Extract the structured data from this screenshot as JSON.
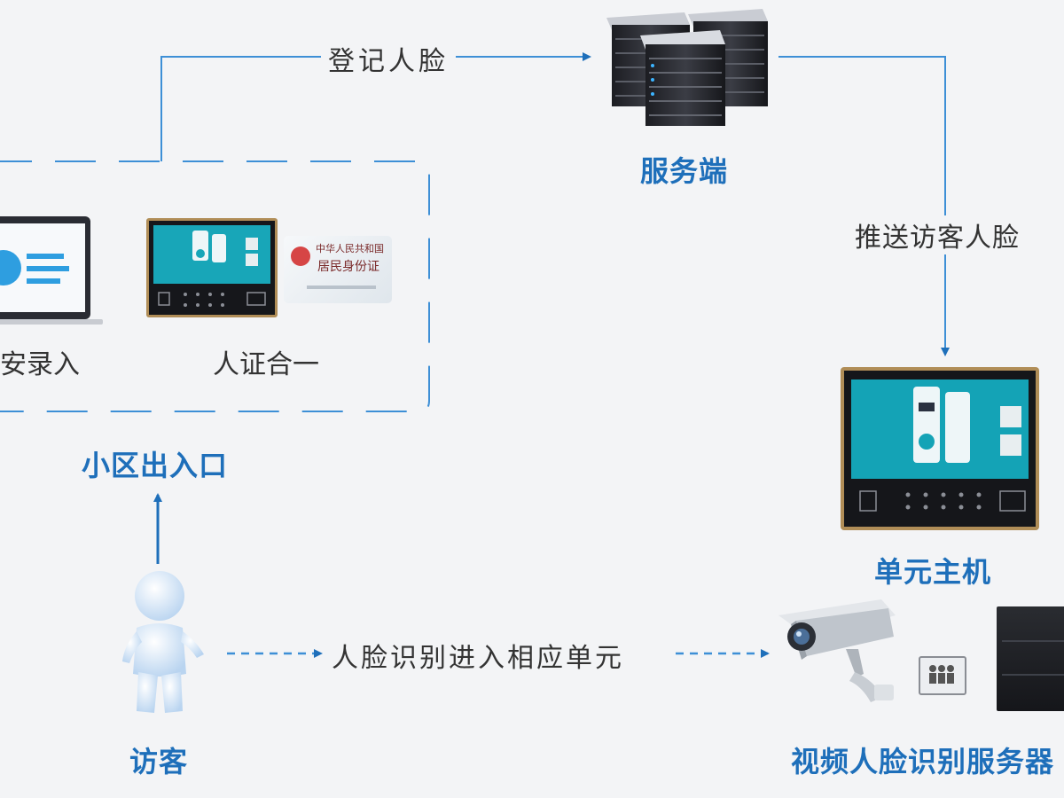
{
  "diagram": {
    "labels": {
      "register_face": "登记人脸",
      "push_visitor_face": "推送访客人脸",
      "face_recognition_enter": "人脸识别进入相应单元"
    },
    "nodes": {
      "server": "服务端",
      "community_entrance": "小区出入口",
      "unit_host": "单元主机",
      "visitor": "访客",
      "video_face_server": "视频人脸识别服务器"
    },
    "entrance_items": {
      "property_entry": "安录入",
      "id_card_combo": "人证合一"
    },
    "id_card_text": {
      "line1": "中华人民共和国",
      "line2": "居民身份证"
    },
    "colors": {
      "accent_blue": "#1e6fba",
      "connector_blue": "#3d8fd6",
      "text_dark": "#333333",
      "background": "#f3f4f6"
    }
  }
}
